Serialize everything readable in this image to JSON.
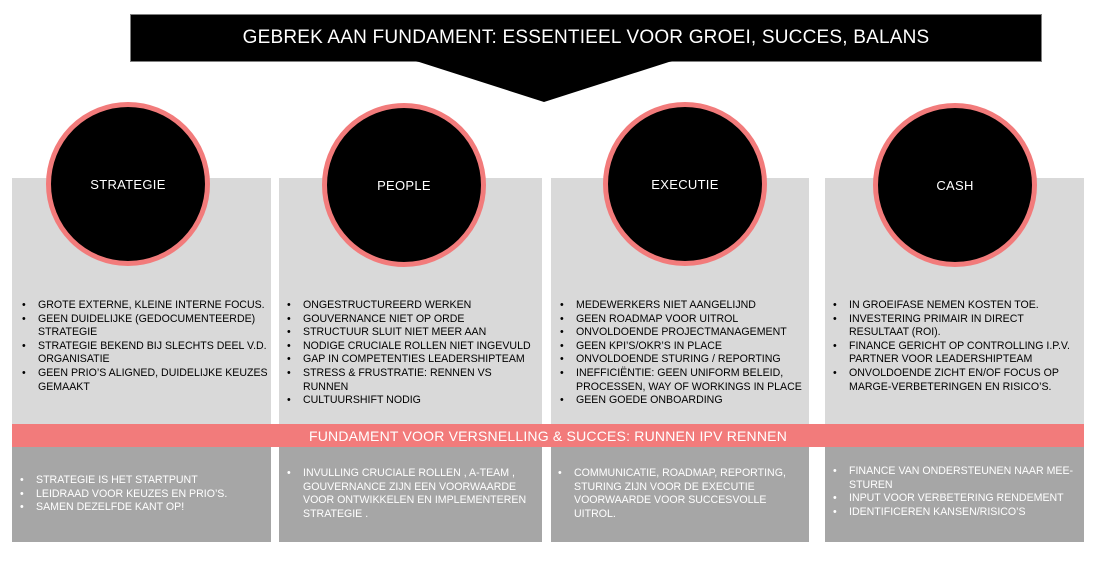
{
  "header": {
    "title": "GEBREK AAN FUNDAMENT: ESSENTIEEL VOOR GROEI, SUCCES, BALANS"
  },
  "band": {
    "text": "FUNDAMENT VOOR VERSNELLING & SUCCES: RUNNEN IPV RENNEN"
  },
  "colors": {
    "accent": "#f27b7b",
    "circle": "#000000",
    "top_panel": "#d9d9d9",
    "bottom_panel": "#a6a6a6"
  },
  "columns": [
    {
      "title": "STRATEGIE",
      "problems": [
        "GROTE EXTERNE, KLEINE INTERNE FOCUS.",
        "GEEN DUIDELIJKE (GEDOCUMENTEERDE) STRATEGIE",
        "STRATEGIE BEKEND BIJ SLECHTS DEEL V.D. ORGANISATIE",
        "GEEN PRIO’S ALIGNED, DUIDELIJKE KEUZES GEMAAKT"
      ],
      "solutions": [
        "STRATEGIE IS HET STARTPUNT",
        "LEIDRAAD  VOOR  KEUZES EN PRIO’S.",
        "SAMEN DEZELFDE KANT OP!"
      ]
    },
    {
      "title": "PEOPLE",
      "problems": [
        "ONGESTRUCTUREERD WERKEN",
        "GOUVERNANCE NIET OP ORDE",
        "STRUCTUUR SLUIT NIET MEER AAN",
        "NODIGE CRUCIALE ROLLEN NIET INGEVULD",
        "GAP IN COMPETENTIES LEADERSHIPTEAM",
        "STRESS & FRUSTRATIE: RENNEN VS RUNNEN",
        "CULTUURSHIFT NODIG"
      ],
      "solutions": [
        "INVULLING CRUCIALE ROLLEN , A-TEAM , GOUVERNANCE ZIJN EEN VOORWAARDE VOOR ONTWIKKELEN EN IMPLEMENTEREN STRATEGIE ."
      ]
    },
    {
      "title": "EXECUTIE",
      "problems": [
        "MEDEWERKERS NIET AANGELIJND",
        "GEEN ROADMAP VOOR UITROL",
        "ONVOLDOENDE PROJECTMANAGEMENT",
        "GEEN KPI’S/OKR’S IN PLACE",
        "ONVOLDOENDE STURING / REPORTING",
        "INEFFICIËNTIE: GEEN UNIFORM BELEID, PROCESSEN, WAY OF WORKINGS IN PLACE",
        "GEEN GOEDE ONBOARDING"
      ],
      "solutions": [
        "COMMUNICATIE, ROADMAP, REPORTING, STURING  ZIJN VOOR DE EXECUTIE VOORWAARDE VOOR SUCCESVOLLE UITROL."
      ]
    },
    {
      "title": "CASH",
      "problems": [
        "IN GROEIFASE NEMEN KOSTEN TOE.",
        "INVESTERING PRIMAIR  IN DIRECT RESULTAAT (ROI).",
        "FINANCE GERICHT OP CONTROLLING I.P.V. PARTNER VOOR LEADERSHIPTEAM",
        "ONVOLDOENDE ZICHT EN/OF FOCUS OP MARGE-VERBETERINGEN EN RISICO’S."
      ],
      "solutions": [
        "FINANCE VAN ONDERSTEUNEN NAAR MEE-STUREN",
        "INPUT VOOR VERBETERING RENDEMENT",
        "IDENTIFICEREN KANSEN/RISICO’S"
      ]
    }
  ]
}
